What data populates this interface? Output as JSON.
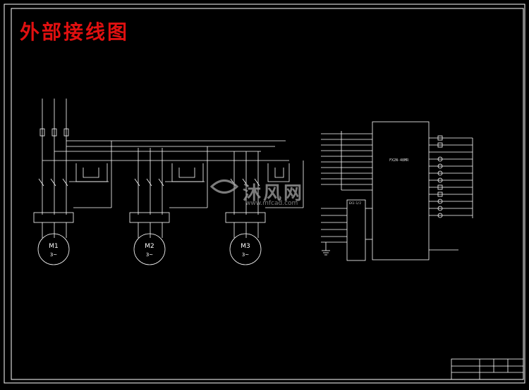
{
  "drawing": {
    "title": "外部接线图",
    "plc_model": "FX2N-48MR",
    "relay_label": "EX1-1/2",
    "motors": [
      {
        "id": "M1",
        "label": "M1",
        "sub": "3~"
      },
      {
        "id": "M2",
        "label": "M2",
        "sub": "3~"
      },
      {
        "id": "M3",
        "label": "M3",
        "sub": "3~"
      }
    ]
  },
  "watermark": {
    "brand": "沐风网",
    "url": "www.mfcad.com"
  },
  "colors": {
    "background": "#000000",
    "line": "#ffffff",
    "title": "#e01010",
    "watermark": "#9a9a9a"
  }
}
